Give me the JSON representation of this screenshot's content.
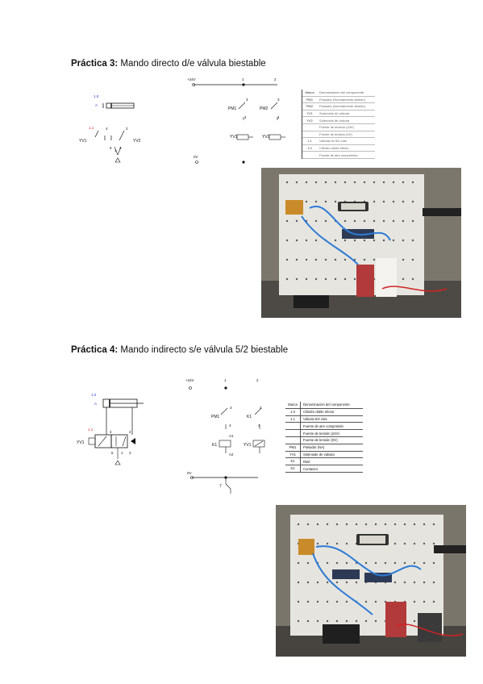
{
  "practica3": {
    "title_bold": "Práctica 3:",
    "title_rest": " Mando directo d/e válvula biestable",
    "cyl_id": "1.0",
    "cyl_a": "A",
    "valve_id": "1.1",
    "valve_4": "4",
    "valve_2": "2",
    "valve_yv1": "YV1",
    "valve_yv2": "YV2",
    "valve_5": "5",
    "valve_3": "3",
    "valve_1": "1",
    "circ_24v": "+24V",
    "circ_1": "1",
    "circ_2": "2",
    "circ_0v": "0V",
    "pm1": "PM1",
    "pm2": "PM2",
    "pm_3a": "3",
    "pm_3b": "3",
    "pm_4a": "4",
    "pm_4b": "4",
    "coil1": "YV1",
    "coil2": "YV2",
    "legend": [
      {
        "code": "Marca",
        "desc": "Denominación del componente"
      },
      {
        "code": "PM1",
        "desc": "Pulsador (Normalmente abierto)"
      },
      {
        "code": "PM2",
        "desc": "Pulsador (Normalmente abierto)"
      },
      {
        "code": "YV1",
        "desc": "Solenoide de válvula"
      },
      {
        "code": "YV2",
        "desc": "Solenoide de válvula"
      },
      {
        "code": "",
        "desc": "Fuente de tensión (24V)"
      },
      {
        "code": "",
        "desc": "Fuente de tensión (0V)"
      },
      {
        "code": "1.1",
        "desc": "Válvula de 5/2 vías"
      },
      {
        "code": "1.0",
        "desc": "Cilindro doble efecto"
      },
      {
        "code": "",
        "desc": "Fuente de aire comprimido"
      }
    ]
  },
  "practica4": {
    "title_bold": "Práctica 4:",
    "title_rest": " Mando indirecto s/e válvula 5/2 biestable",
    "cyl_id": "1.0",
    "cyl_a": "A",
    "valve_id": "1.1",
    "valve_4": "4",
    "valve_2": "2",
    "valve_yv1": "YV1",
    "valve_5": "5",
    "valve_3": "3",
    "valve_1": "1",
    "circ_24v": "+24V",
    "circ_1": "1",
    "circ_2": "2",
    "circ_0v": "0V",
    "pm1": "PM1",
    "k1": "K1",
    "k1_coil": "K1",
    "yv1_coil": "YV1",
    "a1": "A1",
    "a2": "A2",
    "n3a": "3",
    "n3b": "3",
    "n4a": "4",
    "n4b": "4",
    "n7": "7",
    "legend": [
      {
        "code": "Marca",
        "desc": "Denominación del componente"
      },
      {
        "code": "1.0",
        "desc": "Cilindro doble efecto"
      },
      {
        "code": "1.1",
        "desc": "Válvula 5/2 vías"
      },
      {
        "code": "",
        "desc": "Fuente de aire comprimido"
      },
      {
        "code": "",
        "desc": "Fuente de tensión (24V)"
      },
      {
        "code": "",
        "desc": "Fuente de tensión (0V)"
      },
      {
        "code": "PM1",
        "desc": "Pulsador (NA)"
      },
      {
        "code": "YV1",
        "desc": "Solenoide de válvula"
      },
      {
        "code": "K1",
        "desc": "Relé"
      },
      {
        "code": "K1",
        "desc": "Contactor"
      }
    ]
  },
  "colors": {
    "blue": "#2b3bd6",
    "red": "#d21f2b",
    "ink": "#111111"
  }
}
